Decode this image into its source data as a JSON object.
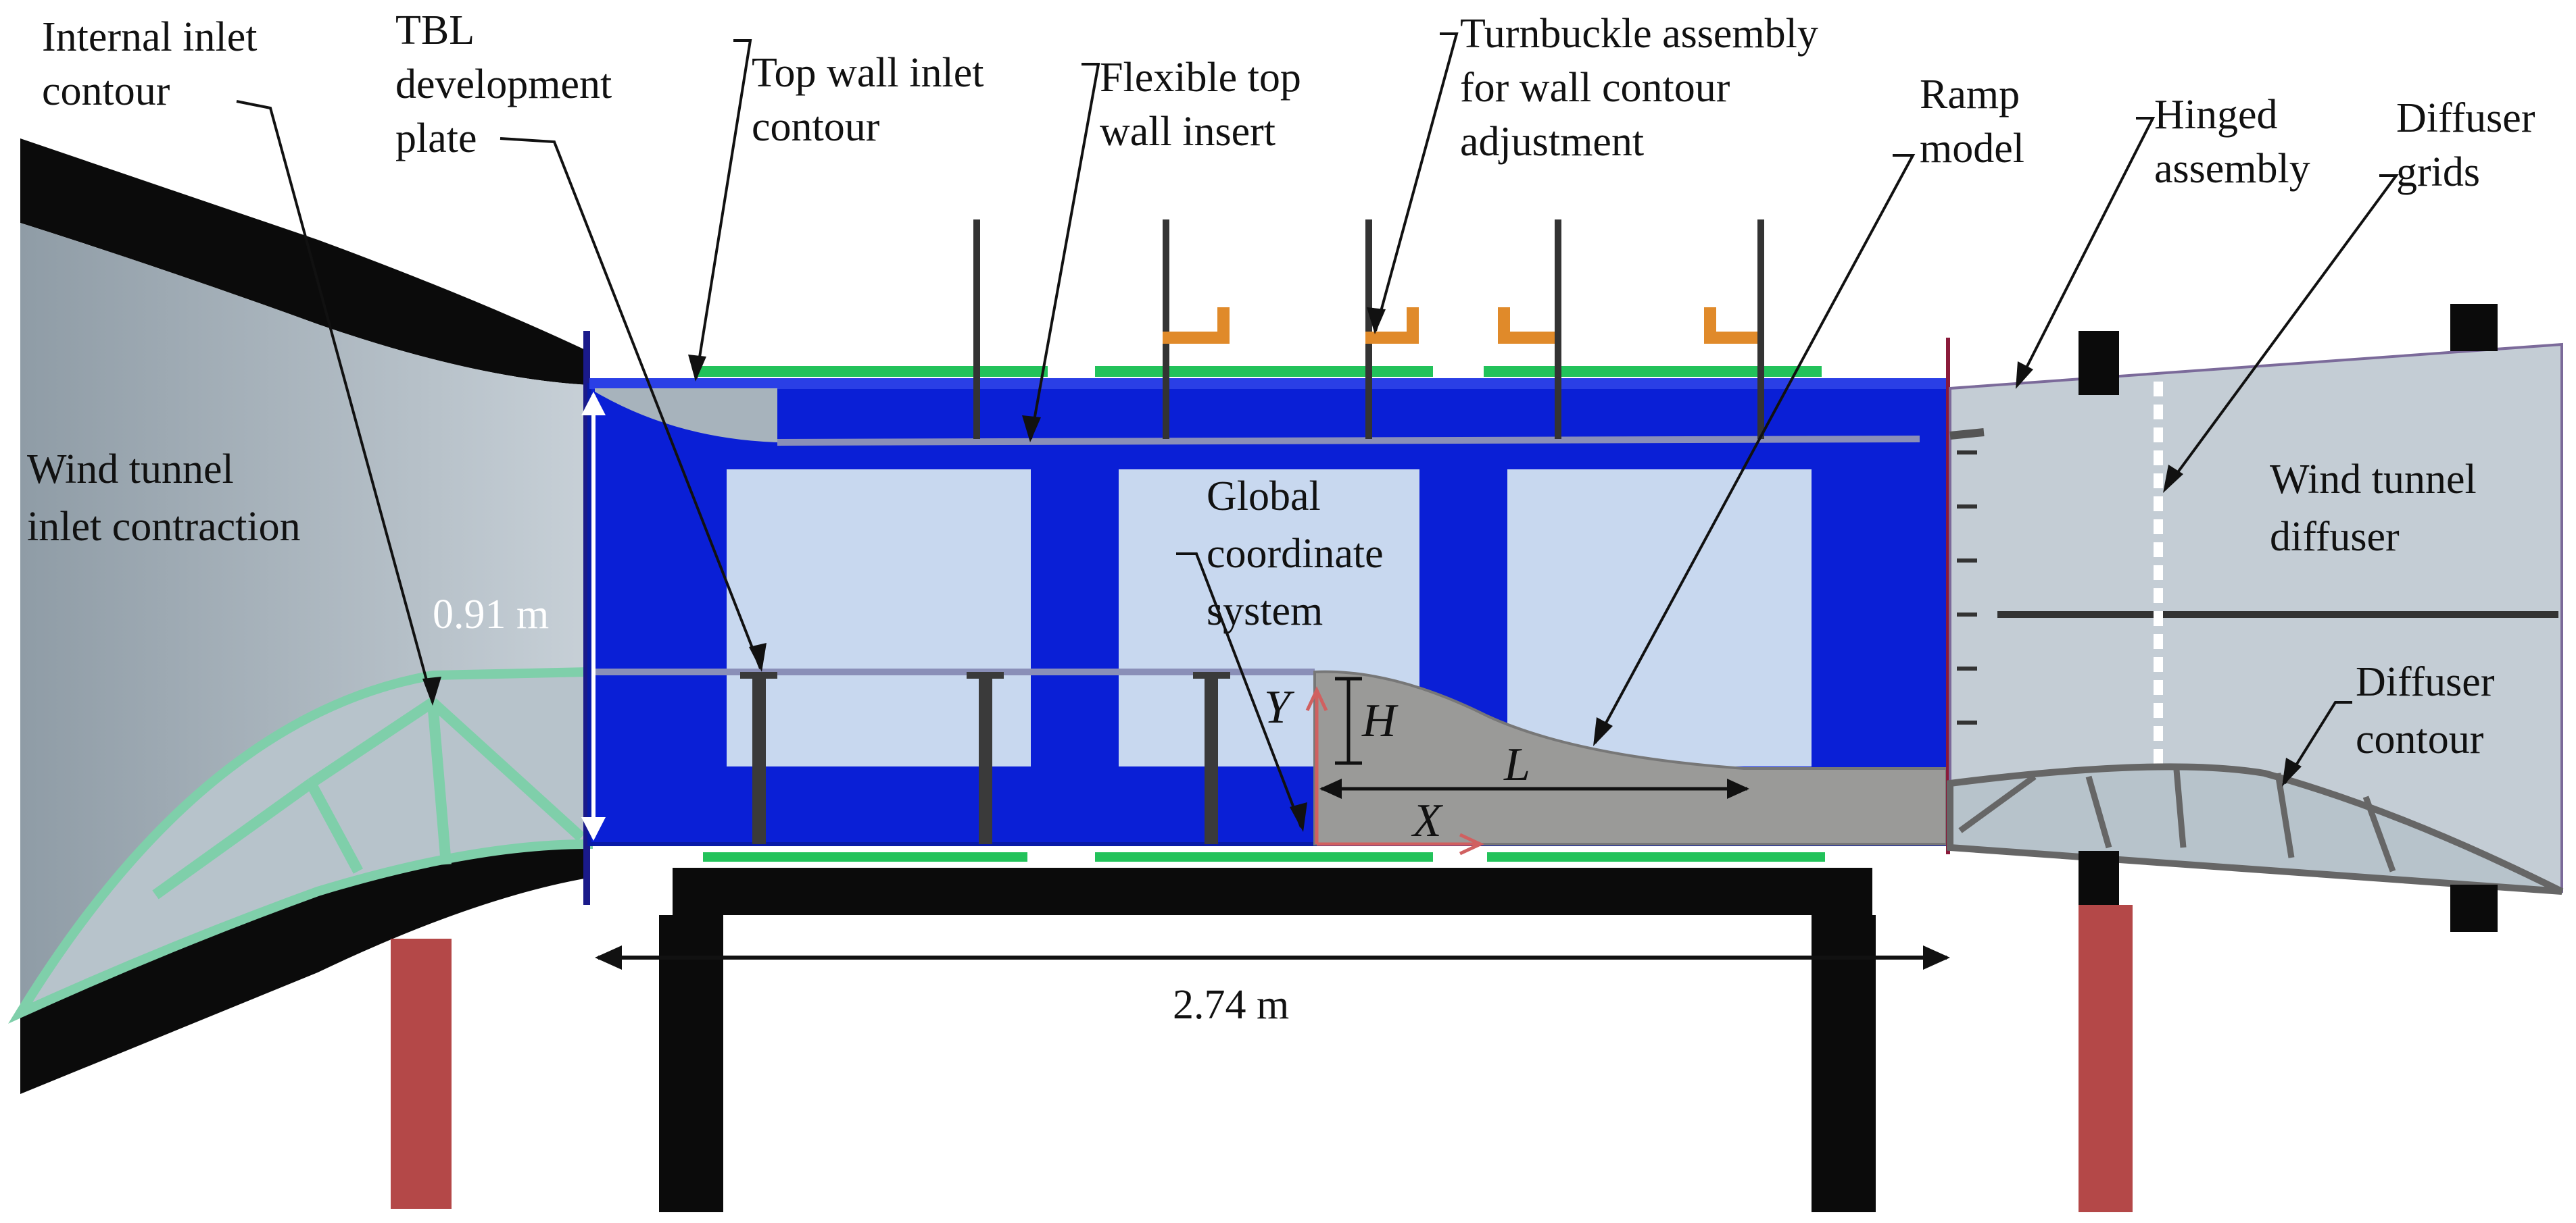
{
  "labels": {
    "internal_inlet_contour": [
      "Internal inlet",
      "contour"
    ],
    "tbl_plate": [
      "TBL",
      "development",
      "plate"
    ],
    "top_wall_inlet": [
      "Top wall inlet",
      "contour"
    ],
    "flexible_top_wall": [
      "Flexible top",
      "wall insert"
    ],
    "turnbuckle": [
      "Turnbuckle assembly",
      "for wall contour",
      "adjustment"
    ],
    "ramp_model": [
      "Ramp",
      "model"
    ],
    "hinged_assembly": [
      "Hinged",
      "assembly"
    ],
    "diffuser_grids": [
      "Diffuser",
      "grids"
    ],
    "inlet_contraction": [
      "Wind tunnel",
      "inlet contraction"
    ],
    "global_coord": [
      "Global",
      "coordinate",
      "system"
    ],
    "wind_tunnel_diffuser": [
      "Wind tunnel",
      "diffuser"
    ],
    "diffuser_contour": [
      "Diffuser",
      "contour"
    ]
  },
  "dimensions": {
    "height": "0.91 m",
    "length": "2.74 m"
  },
  "symbols": {
    "Y": "Y",
    "X": "X",
    "H": "H",
    "L": "L"
  },
  "colors": {
    "test_section": "#0a1fd6",
    "window": "#c8d8ef",
    "inlet_gray": "#a7b3bc",
    "diffuser_gray": "#c4cdd5",
    "ramp": "#9a9a98",
    "structure_black": "#0b0b0b",
    "green_plate": "#22c25a",
    "support_red": "#b44848",
    "turnbuckle_orange": "#e08a2a",
    "rib_green": "#8fd6b0"
  }
}
